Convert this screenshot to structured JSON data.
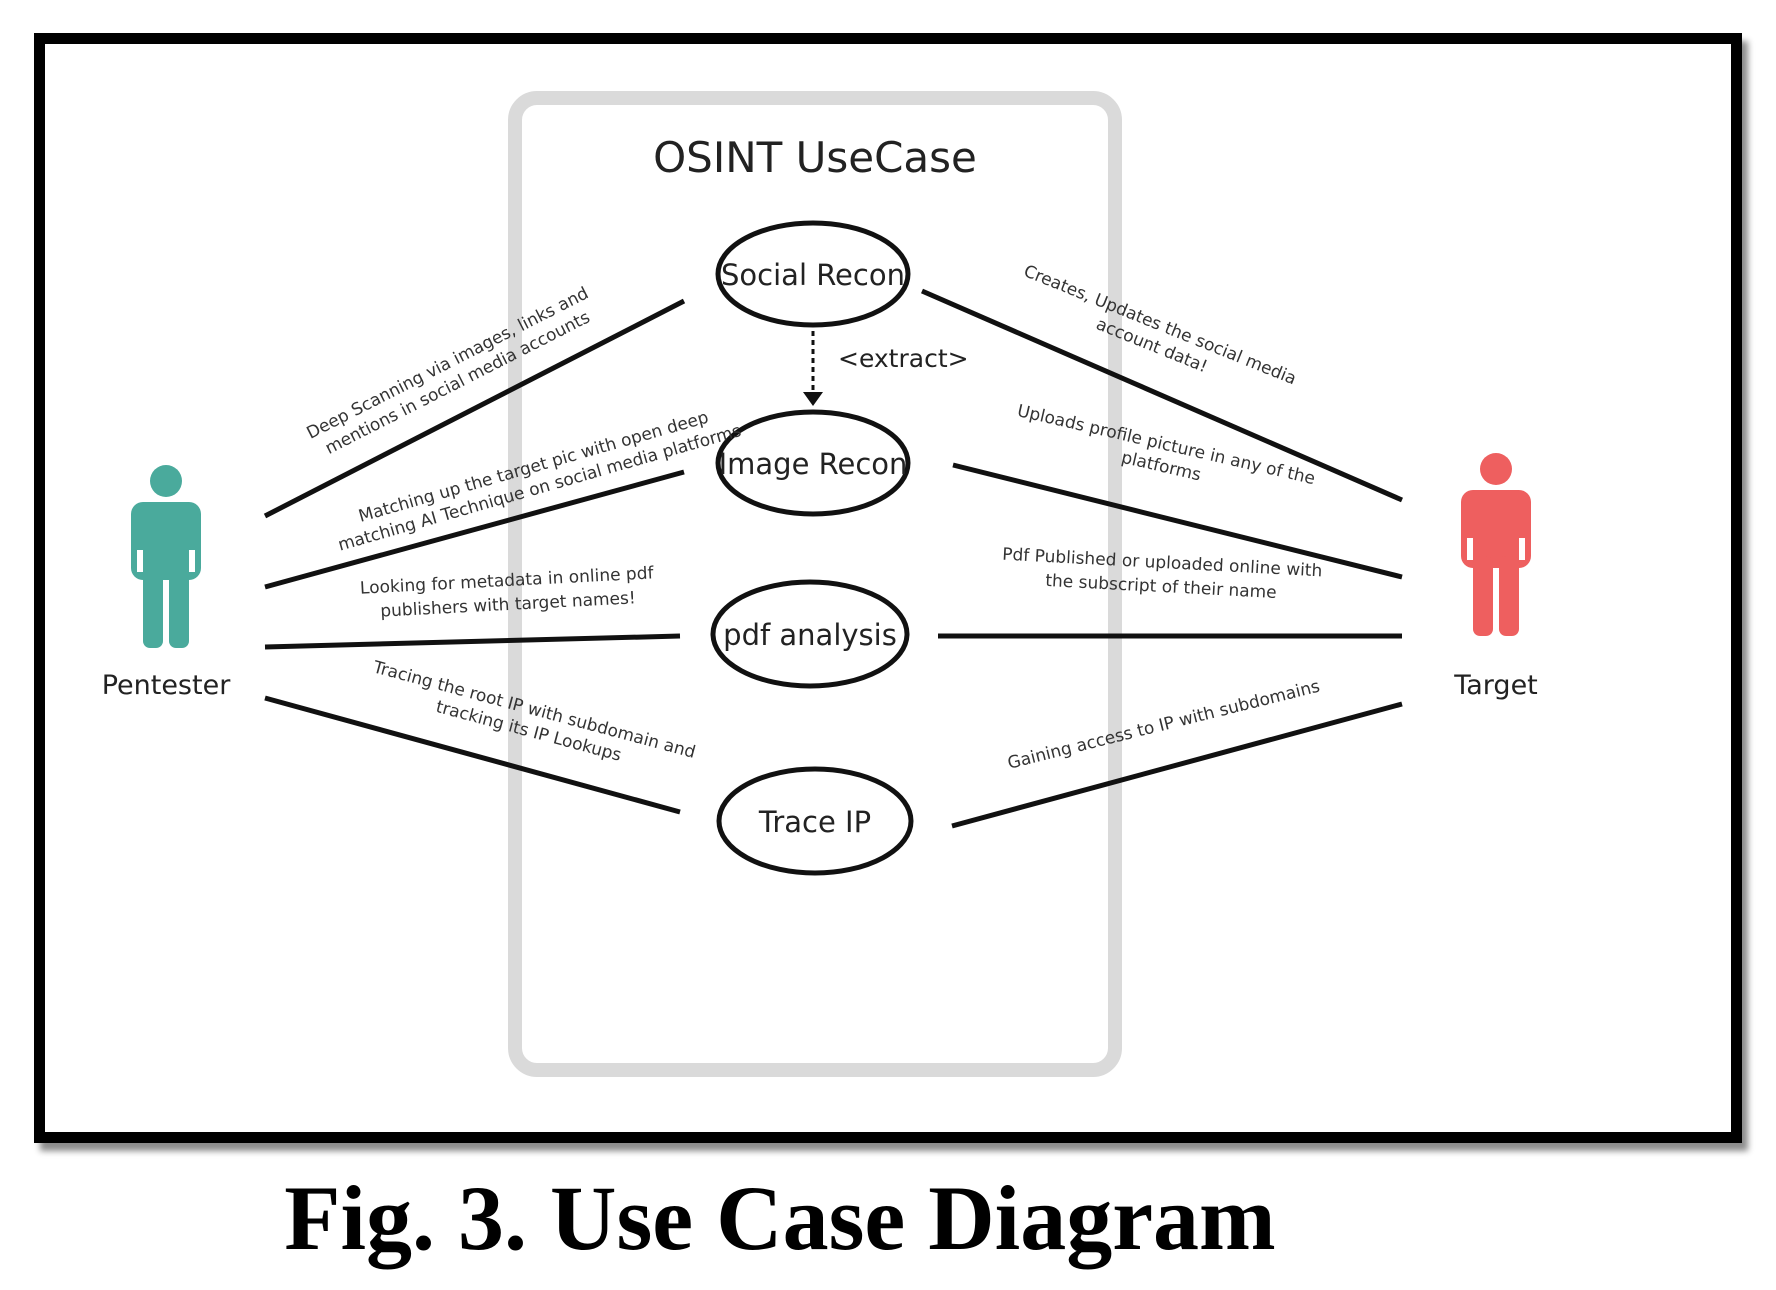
{
  "system": {
    "title": "OSINT UseCase"
  },
  "actors": {
    "pentester": {
      "label": "Pentester",
      "color": "#4aaa9c"
    },
    "target": {
      "label": "Target",
      "color": "#ee5f5f"
    }
  },
  "use_cases": {
    "social_recon": "Social Recon",
    "image_recon": "Image Recon",
    "pdf_analysis": "pdf analysis",
    "trace_ip": "Trace IP"
  },
  "include_relation": {
    "label": "<extract>"
  },
  "edges": {
    "p_social": [
      "Deep Scanning via images, links and",
      "mentions in social media accounts"
    ],
    "p_image": [
      "Matching up the target pic with open deep",
      "matching AI Technique on social media platforms"
    ],
    "p_pdf": [
      "Looking for metadata in online pdf",
      "publishers with target names!"
    ],
    "p_trace": [
      "Tracing the root IP with subdomain and",
      "tracking its IP Lookups"
    ],
    "t_social": [
      "Creates, Updates the social media",
      "account data!"
    ],
    "t_image": [
      "Uploads profile picture in any of the",
      "platforms"
    ],
    "t_pdf": [
      "Pdf Published or uploaded online with",
      "the subscript of their name"
    ],
    "t_trace": [
      "Gaining access to IP with subdomains"
    ]
  },
  "caption": "Fig. 3. Use Case Diagram"
}
